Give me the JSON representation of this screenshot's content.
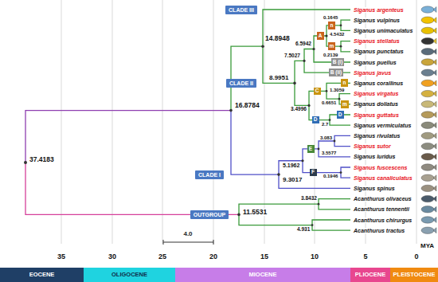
{
  "diagram": {
    "nodes": [
      {
        "text": [
          "CLADE III"
        ]
      },
      {
        "text": [
          "n"
        ]
      },
      {
        "text": [
          "A"
        ]
      },
      {
        "text": [
          "m"
        ]
      },
      {
        "text": [
          "B (i)"
        ]
      },
      {
        "text": [
          "B (ii)"
        ]
      },
      {
        "text": [
          "CLADE II"
        ]
      },
      {
        "text": [
          "n"
        ]
      },
      {
        "text": [
          "C"
        ]
      },
      {
        "text": [
          "m"
        ]
      },
      {
        "text": [
          "D"
        ]
      },
      {
        "text": [
          "D"
        ]
      },
      {
        "text": [
          "E"
        ]
      },
      {
        "text": [
          "CLADE I"
        ]
      },
      {
        "text": [
          "F"
        ]
      },
      {
        "text": [
          "OUTGROUP"
        ]
      },
      {
        "text": [
          "EOCENE"
        ]
      },
      {
        "text": [
          "OLIGOCENE"
        ]
      },
      {
        "text": [
          "MIOCENE"
        ]
      },
      {
        "text": [
          "PLIOCENE"
        ]
      },
      {
        "text": [
          "PLEISTOCENE"
        ]
      }
    ],
    "labels": [
      "37.4183",
      "16.8784",
      "14.8948",
      "11.5531",
      "9.3017",
      "8.9951",
      "7.5027",
      "6.5942",
      "4.5432",
      "0.1645",
      "0.2139",
      "3.4996",
      "1.3059",
      "0.6651",
      "2.7",
      "5.1962",
      "3.5577",
      "3.083",
      "0.1946",
      "3.8432",
      "4.931",
      "Siganus argenteus",
      "Siganus vulpinus",
      "Siganus unimaculatus",
      "Siganus stellatus",
      "Siganus punctatus",
      "Siganus puellus",
      "Siganus javus",
      "Siganus corallinus",
      "Siganus virgatus",
      "Siganus doliatus",
      "Siganus guttatus",
      "Siganus vermiculatus",
      "Siganus rivulatus",
      "Siganus sutor",
      "Siganus luridus",
      "Siganus fuscescens",
      "Siganus canaliculatus",
      "Siganus spinus",
      "Acanthurus olivaceus",
      "Acanthurus tennentii",
      "Acanthurus chirurgus",
      "Acanthurus tractus",
      "4.0",
      "35",
      "30",
      "25",
      "20",
      "15",
      "10",
      "5",
      "0",
      "MYA"
    ]
  }
}
